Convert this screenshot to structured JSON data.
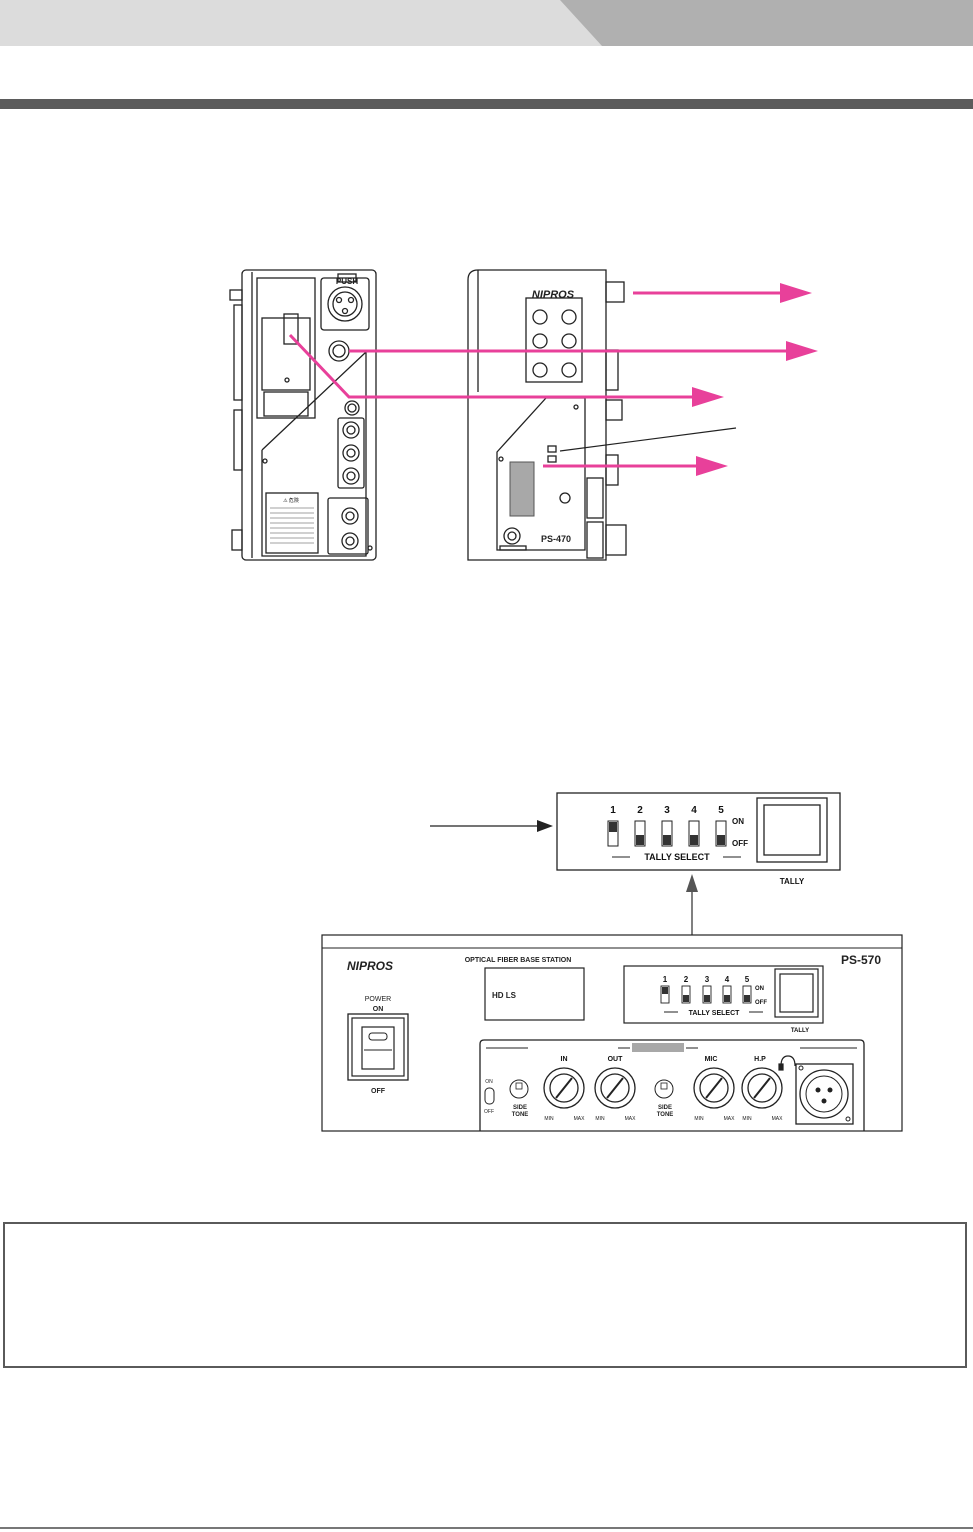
{
  "unit_ps470": {
    "push_label": "PUSH",
    "brand": "NIPROS",
    "model": "PS-470",
    "caution_label": "⚠ 危険"
  },
  "tally_select_panel": {
    "switch_numbers": [
      "1",
      "2",
      "3",
      "4",
      "5"
    ],
    "on_label": "ON",
    "off_label": "OFF",
    "select_label": "TALLY SELECT",
    "tally_label": "TALLY"
  },
  "unit_ps570": {
    "brand": "NIPROS",
    "station_title": "OPTICAL FIBER BASE STATION",
    "model": "PS-570",
    "display_text": "HD LS",
    "power_label": "POWER",
    "power_on": "ON",
    "power_off": "OFF",
    "switch_numbers": [
      "1",
      "2",
      "3",
      "4",
      "5"
    ],
    "on_label": "ON",
    "off_label": "OFF",
    "select_label": "TALLY SELECT",
    "tally_label": "TALLY",
    "intercom": {
      "toggle_on": "ON",
      "toggle_off": "OFF",
      "side_tone_1": "SIDE",
      "side_tone_2": "TONE",
      "knob_labels": [
        "IN",
        "OUT",
        "MIC",
        "H.P"
      ],
      "min_label": "MIN",
      "max_label": "MAX"
    }
  },
  "colors": {
    "arrow_magenta": "#e8409a",
    "line_gray": "#222222",
    "header_light": "#dcdcdc",
    "header_dark": "#b0b0b0",
    "rule": "#5b5b5b"
  }
}
